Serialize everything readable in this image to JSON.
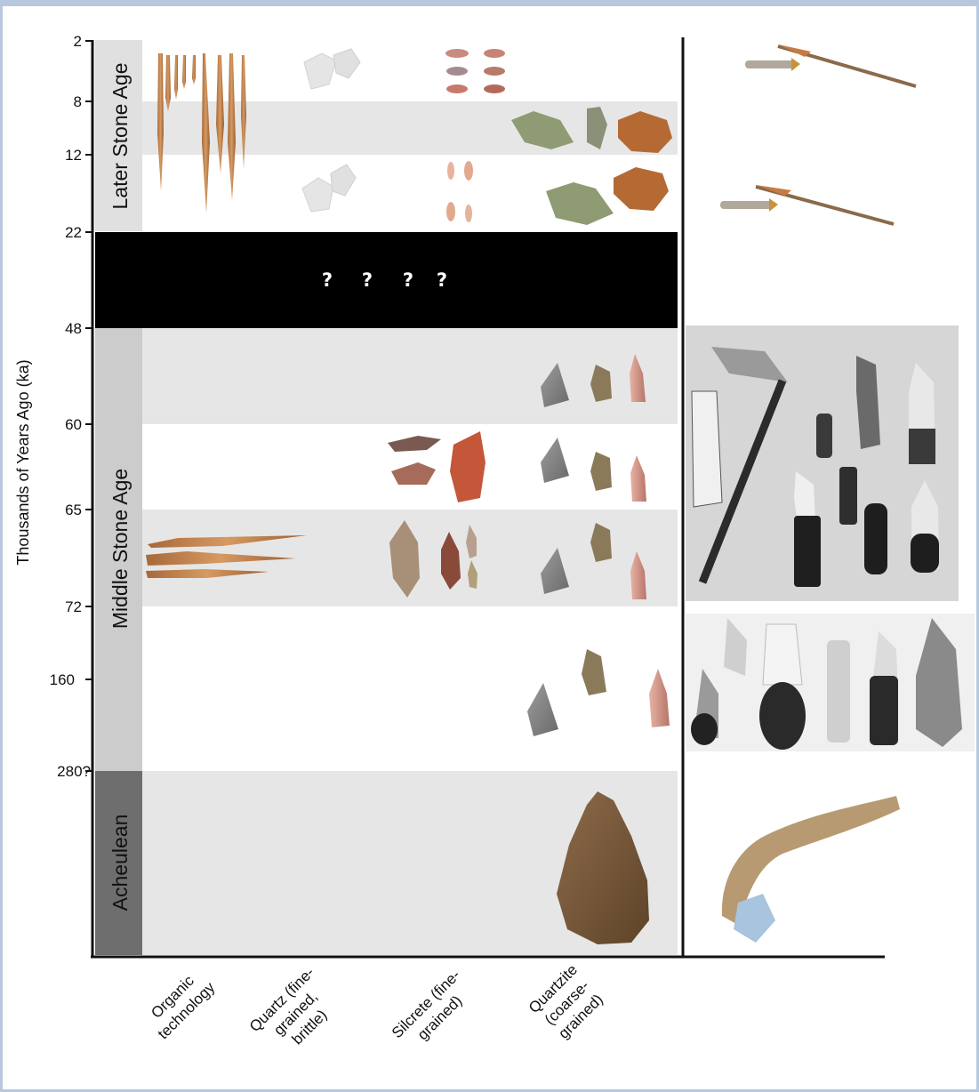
{
  "y_axis": {
    "title": "Thousands of Years Ago (ka)",
    "ticks": [
      "2",
      "8",
      "12",
      "22",
      "48",
      "60",
      "65",
      "72",
      "160",
      "280?"
    ]
  },
  "eras": [
    {
      "name": "Later Stone Age"
    },
    {
      "name": "Middle Stone Age"
    },
    {
      "name": "Acheulean"
    }
  ],
  "gap": {
    "marks": [
      "?",
      "?",
      "?",
      "?"
    ]
  },
  "columns": [
    {
      "lines": [
        "Organic",
        "technology"
      ]
    },
    {
      "lines": [
        "Quartz (fine-",
        "grained,",
        "brittle)"
      ]
    },
    {
      "lines": [
        "Silcrete (fine-",
        "grained)"
      ]
    },
    {
      "lines": [
        "Quartzite",
        "(coarse-",
        "grained)"
      ]
    }
  ],
  "colors": {
    "band_gray": "#e6e6e6",
    "lsa_strip": "#e0e0e0",
    "msa_strip": "#cccccc",
    "acheulean_strip": "#6e6e6e",
    "gap": "#000000",
    "bone": "#c98a52",
    "quartz": "#e8e8e8",
    "silcrete": "#c46a4a",
    "quartzite": "#8a8a8a",
    "outer_border": "#b7c8de"
  }
}
